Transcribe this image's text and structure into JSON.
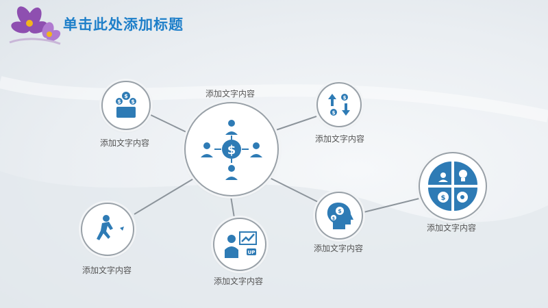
{
  "slide": {
    "title": "单击此处添加标题"
  },
  "colors": {
    "icon_blue": "#2e7bb5",
    "title_blue": "#1e7fc9",
    "node_border": "#98a0a7"
  },
  "nodes": {
    "center": {
      "label": "添加文字内容",
      "icon": "people-money-network-icon"
    },
    "top_left": {
      "label": "添加文字内容",
      "icon": "money-basket-icon"
    },
    "top_right": {
      "label": "添加文字内容",
      "icon": "currency-exchange-arrows-icon"
    },
    "bottom_left": {
      "label": "添加文字内容",
      "icon": "running-man-growth-icon"
    },
    "bottom_mid": {
      "label": "添加文字内容",
      "icon": "presenter-chart-up-icon"
    },
    "right_mid": {
      "label": "添加文字内容",
      "icon": "head-money-thinking-icon"
    },
    "far_right": {
      "label": "添加文字内容",
      "icon": "business-quadrant-icon"
    }
  },
  "icon_texts": {
    "chart_up": "UP"
  }
}
